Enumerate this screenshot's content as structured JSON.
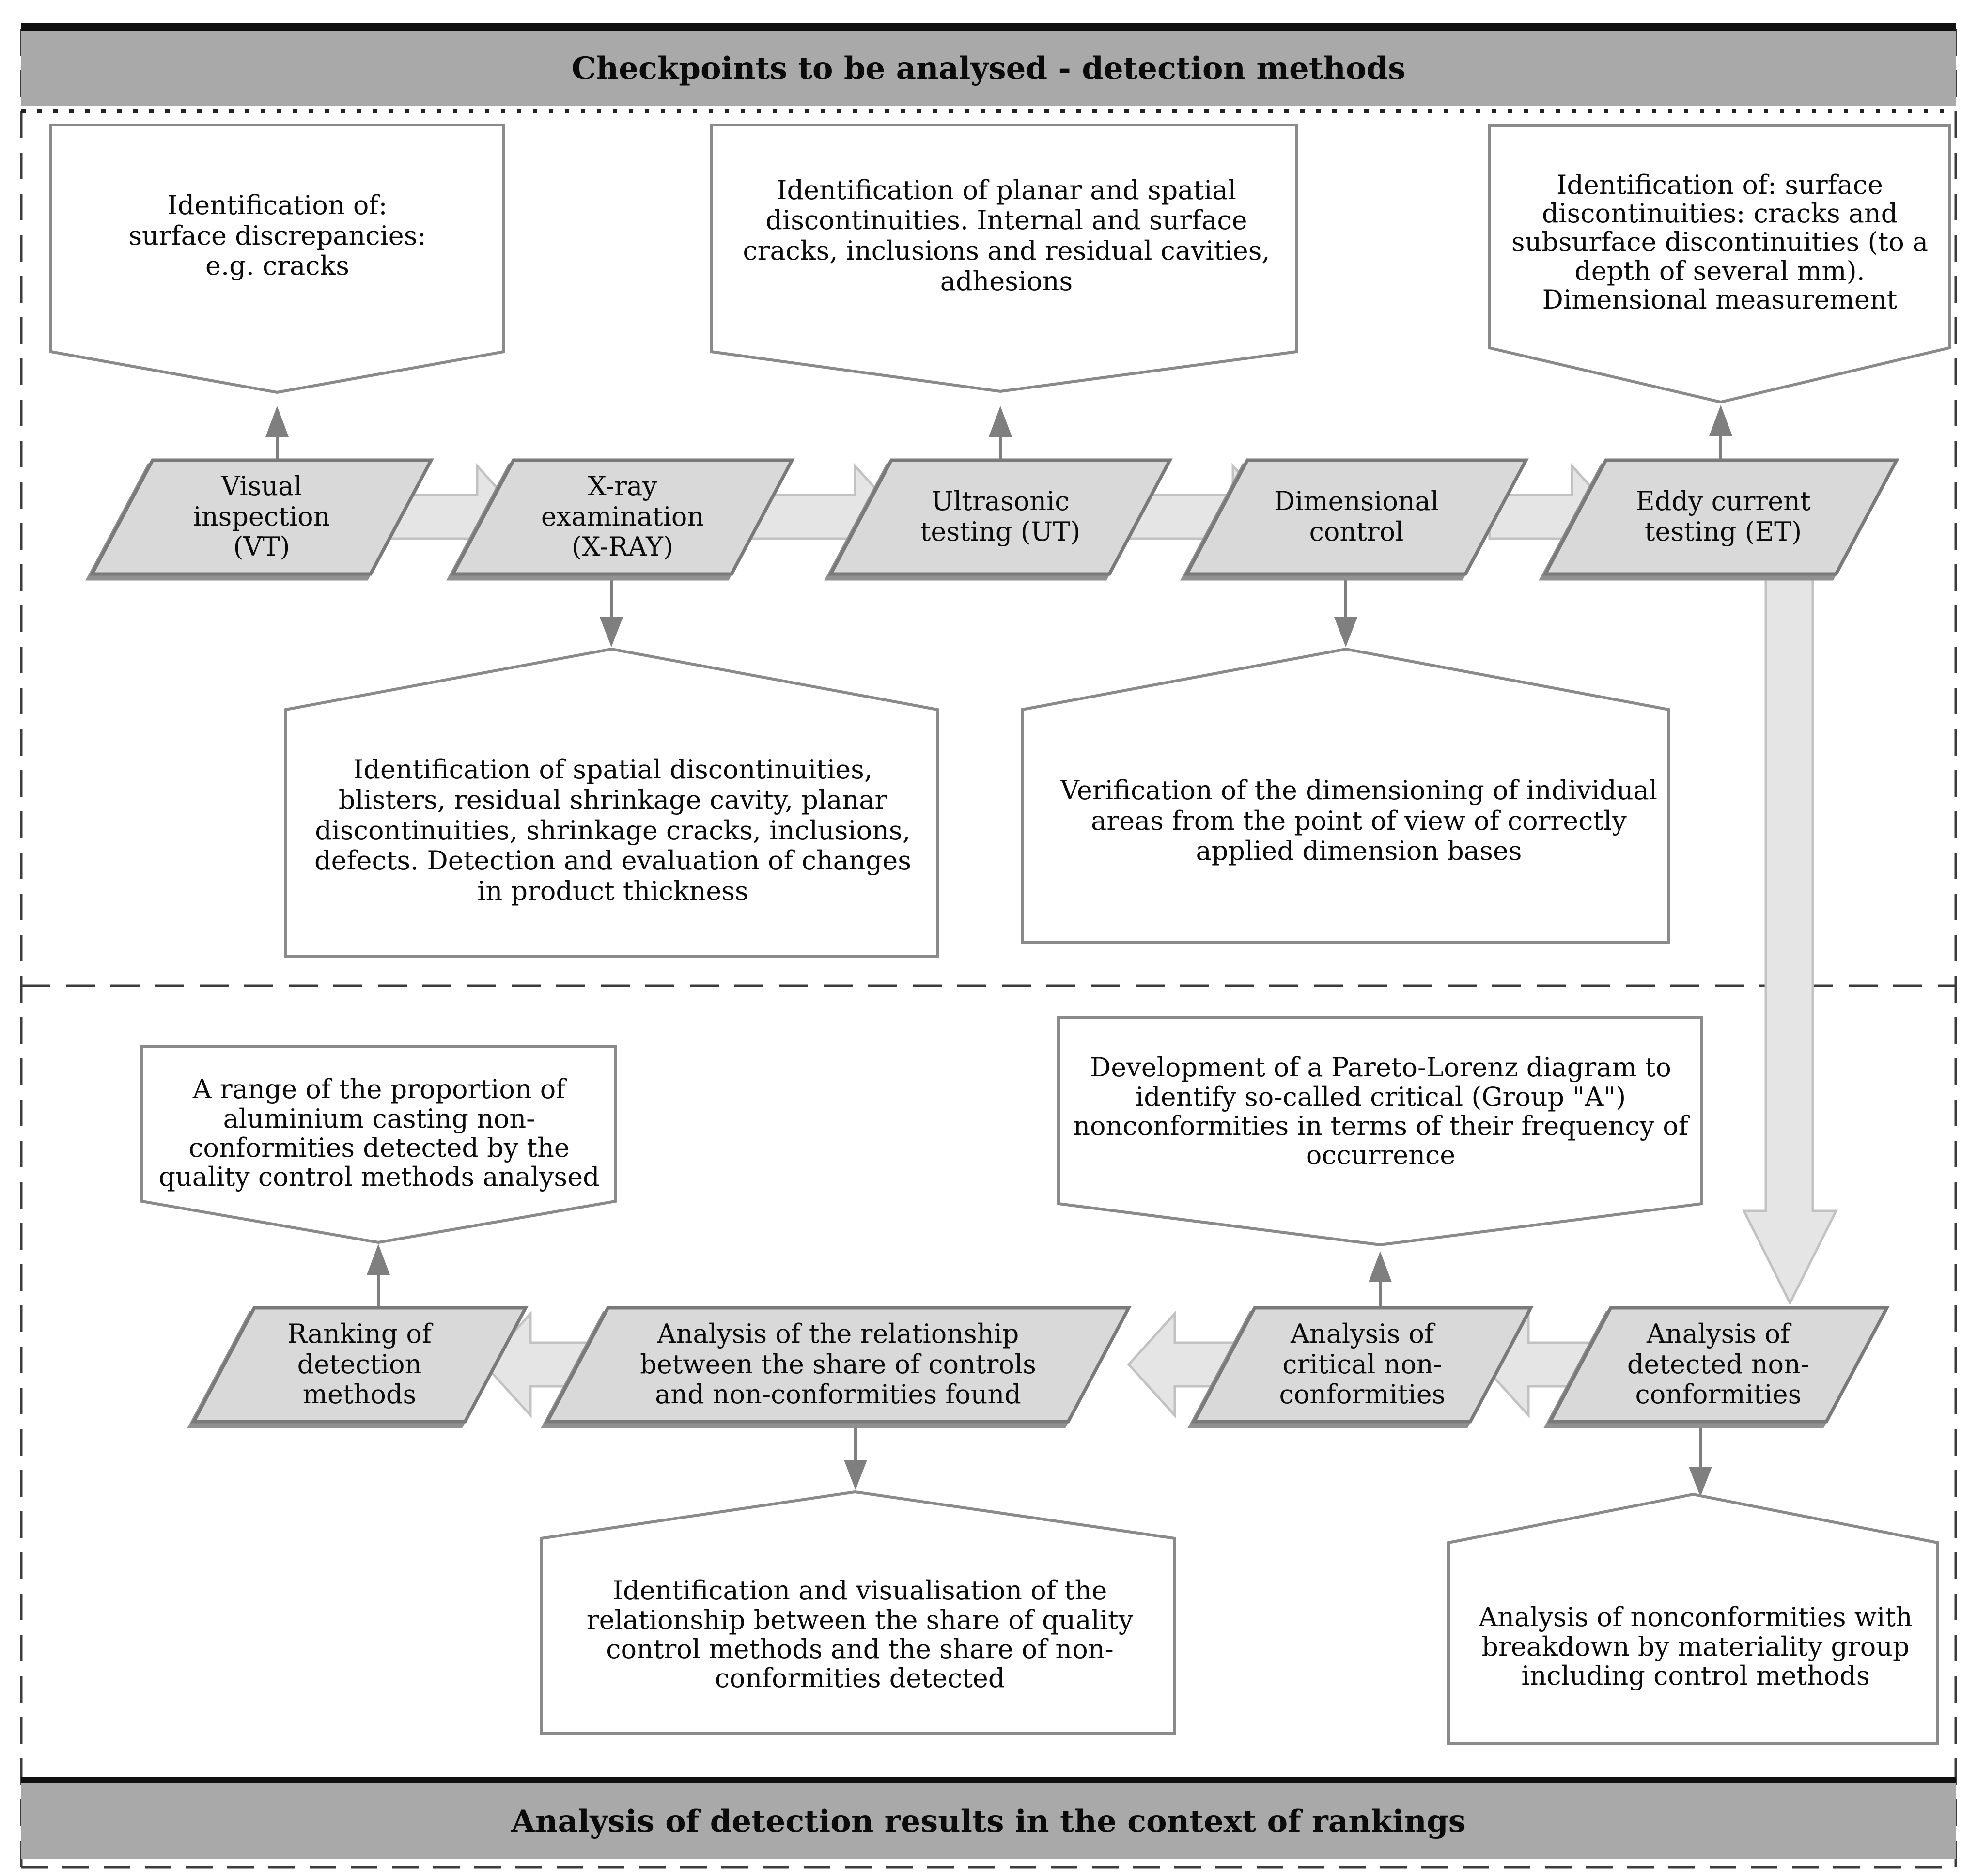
{
  "header": {
    "title": "Checkpoints to be analysed - detection methods"
  },
  "footer": {
    "title": "Analysis of detection results in the context of rankings"
  },
  "colors": {
    "bar_fill": "#a9a9a9",
    "node_fill": "#d9d9d9",
    "node_stroke": "#7a7a7a",
    "box_stroke": "#8a8a8a",
    "block_arrow_fill": "#e5e5e5",
    "thin_arrow": "#7f7f7f",
    "text": "#0b0b0b"
  },
  "detection_methods": {
    "vt": {
      "label": "Visual inspection (VT)",
      "result": "Identification of:\nsurface discrepancies:\ne.g. cracks"
    },
    "xray": {
      "label": "X-ray examination (X-RAY)",
      "result": "Identification of spatial discontinuities, blisters, residual shrinkage cavity, planar discontinuities, shrinkage cracks, inclusions, defects. Detection and evaluation of changes in product thickness"
    },
    "ut": {
      "label": "Ultrasonic testing (UT)",
      "result": "Identification of planar and spatial discontinuities. Internal and surface cracks, inclusions and residual cavities, adhesions"
    },
    "dimensional": {
      "label": "Dimensional control",
      "result": "Verification of the dimensioning of individual areas from the point of view of correctly applied dimension bases"
    },
    "et": {
      "label": "Eddy current testing (ET)",
      "result": "Identification of: surface discontinuities: cracks and subsurface discontinuities (to a depth of several mm). Dimensional measurement"
    }
  },
  "analysis_steps": {
    "detected": {
      "label": "Analysis of detected non-conformities",
      "result": "Analysis of nonconformities with breakdown by materiality group including control methods"
    },
    "critical": {
      "label": "Analysis of critical non-conformities",
      "result": "Development of a Pareto-Lorenz diagram to identify so-called critical (Group \"A\") nonconformities in terms of their frequency of occurrence"
    },
    "relationship": {
      "label": "Analysis of the relationship between the share of controls and non-conformities found",
      "result": "Identification and visualisation of the relationship between the share of quality control methods and the share of non-conformities detected"
    },
    "ranking": {
      "label": "Ranking of detection methods",
      "result": "A range of the proportion of aluminium casting non-conformities detected by the quality control methods analysed"
    }
  }
}
